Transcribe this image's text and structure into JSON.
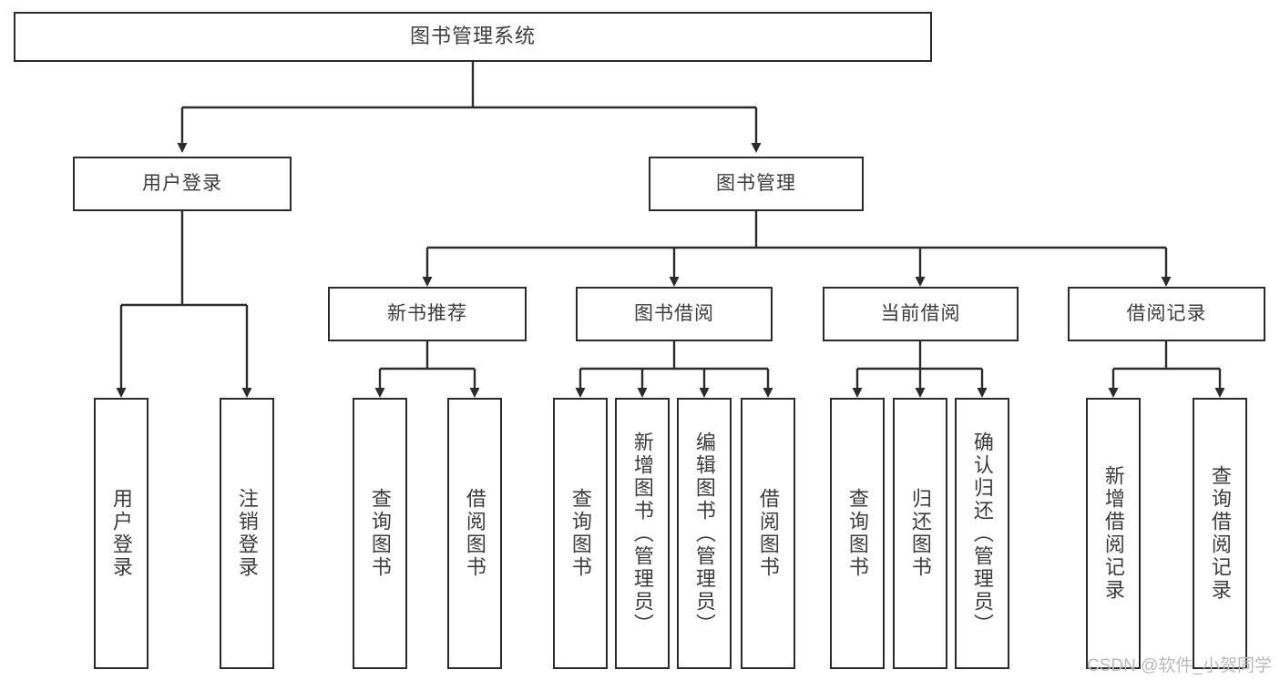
{
  "diagram": {
    "title": "图书管理系统",
    "type": "tree",
    "colors": {
      "line": "#2b2b2b",
      "box_border": "#2b2b2b",
      "box_fill": "#ffffff",
      "text": "#3c3c3c",
      "background": "#ffffff",
      "watermark": "#b9b9b9"
    },
    "levels": {
      "root": {
        "label": "图书管理系统"
      },
      "level2": [
        {
          "label": "用户登录"
        },
        {
          "label": "图书管理"
        }
      ],
      "level3": [
        {
          "label": "新书推荐"
        },
        {
          "label": "图书借阅"
        },
        {
          "label": "当前借阅"
        },
        {
          "label": "借阅记录"
        }
      ],
      "leaves": {
        "user_login": [
          {
            "label": "用户登录"
          },
          {
            "label": "注销登录"
          }
        ],
        "new_books": [
          {
            "label": "查询图书"
          },
          {
            "label": "借阅图书"
          }
        ],
        "borrow_books": [
          {
            "label": "查询图书"
          },
          {
            "label": "新增图书（管理员）"
          },
          {
            "label": "编辑图书（管理员）"
          },
          {
            "label": "借阅图书"
          }
        ],
        "current_borrow": [
          {
            "label": "查询图书"
          },
          {
            "label": "归还图书"
          },
          {
            "label": "确认归还（管理员）"
          }
        ],
        "borrow_records": [
          {
            "label": "新增借阅记录"
          },
          {
            "label": "查询借阅记录"
          }
        ]
      }
    },
    "watermark": "CSDN @软件_小贺同学"
  }
}
